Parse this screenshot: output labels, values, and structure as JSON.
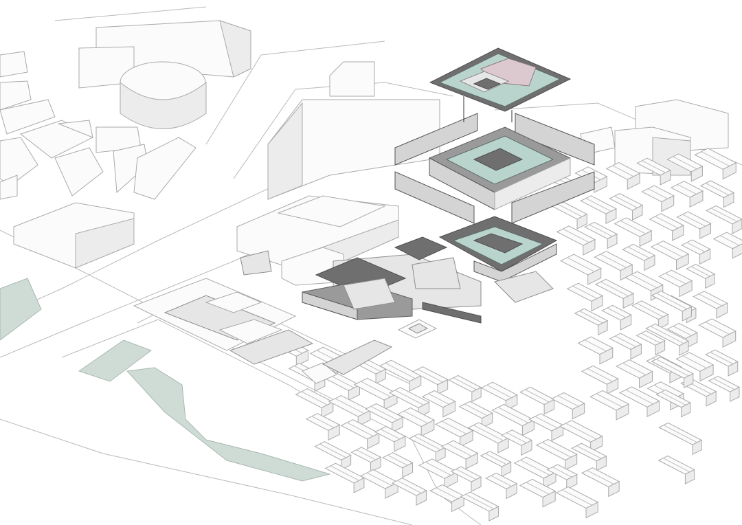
{
  "diagram": {
    "kind": "isometric exploded site axonometric",
    "colors": {
      "background": "#ffffff",
      "context_buildings": "#fbfbfb",
      "water": "#cfdcd6",
      "glass": "#b9d4cc",
      "dark_structure": "#6f6f6f"
    },
    "layers": [
      "roof-plate",
      "upper-ring",
      "ground-complex",
      "context-city"
    ]
  }
}
